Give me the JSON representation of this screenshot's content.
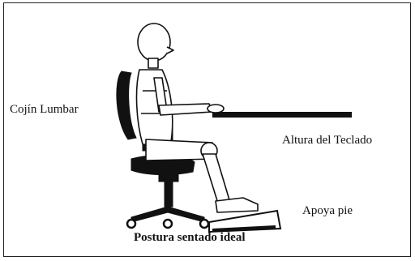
{
  "labels": {
    "lumbar_cushion": "Cojín Lumbar",
    "keyboard_height": "Altura del Teclado",
    "footrest": "Apoya pie",
    "caption": "Postura sentado ideal"
  },
  "colors": {
    "line": "#111111",
    "figure_fill": "#ffffff",
    "background": "#ffffff"
  }
}
